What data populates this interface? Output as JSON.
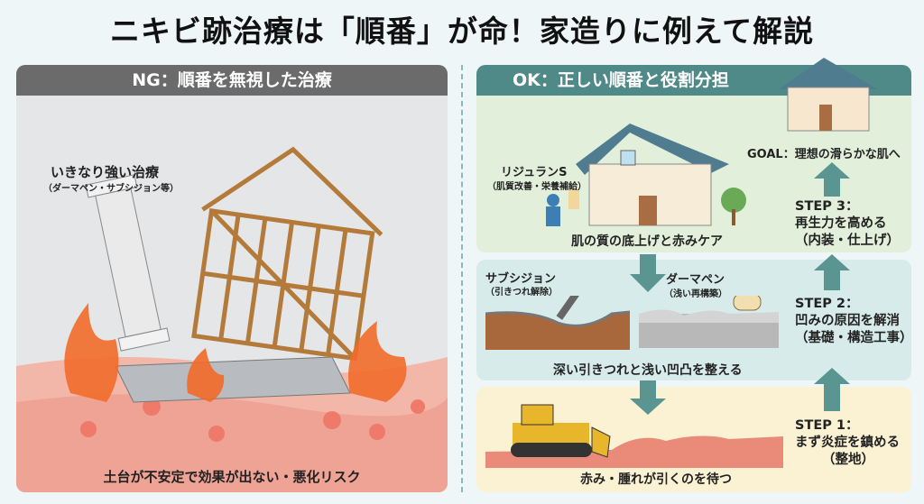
{
  "title": "ニキビ跡治療は「順番」が命！家造りに例えて解説",
  "ng": {
    "header": "NG：順番を無視した治療",
    "label": "いきなり強い治療",
    "sublabel": "（ダーマペン・サブシジョン等）",
    "caption": "土台が不安定で効果が出ない・悪化リスク"
  },
  "ok": {
    "header": "OK：正しい順番と役割分担",
    "goal": "GOAL：理想の滑らかな肌へ",
    "step3": {
      "title": "STEP 3：",
      "text": "再生力を高める",
      "sub": "（内装・仕上げ）",
      "treatment": "リジュランS",
      "treatment_sub": "（肌質改善・栄養補給）",
      "caption": "肌の質の底上げと赤みケア"
    },
    "step2": {
      "title": "STEP 2：",
      "text": "凹みの原因を解消",
      "sub": "（基礎・構造工事）",
      "treatment_a": "サブシジョン",
      "treatment_a_sub": "（引きつれ解除）",
      "treatment_b": "ダーマペン",
      "treatment_b_sub": "（浅い再構築）",
      "caption": "深い引きつれと浅い凹凸を整える"
    },
    "step1": {
      "title": "STEP 1：",
      "text": "まず炎症を鎮める",
      "sub": "（整地）",
      "caption": "赤み・腫れが引くのを待つ"
    }
  },
  "colors": {
    "ng_header": "#6b6b6b",
    "ok_header": "#4f8a88",
    "arrow": "#5a9591",
    "step3_bg": "#e2f0db",
    "step2_bg": "#d7ecea",
    "step1_bg": "#fbf2d4"
  }
}
